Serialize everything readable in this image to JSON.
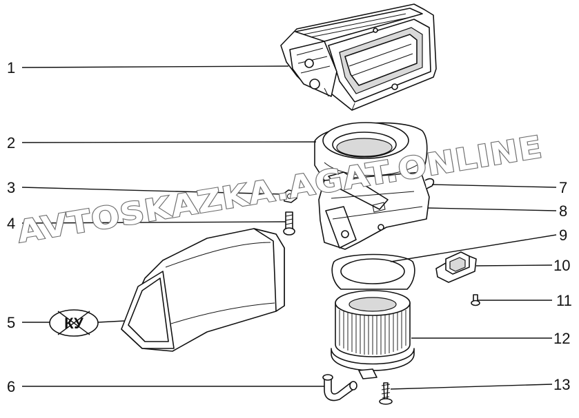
{
  "diagram": {
    "callouts": [
      {
        "number": "1"
      },
      {
        "number": "2"
      },
      {
        "number": "3"
      },
      {
        "number": "4"
      },
      {
        "number": "5"
      },
      {
        "number": "6"
      },
      {
        "number": "7"
      },
      {
        "number": "8"
      },
      {
        "number": "9"
      },
      {
        "number": "10"
      },
      {
        "number": "11"
      },
      {
        "number": "12"
      },
      {
        "number": "13"
      }
    ],
    "crossed_label": "КУ",
    "watermark": "AVTOSKAZKA.AGAT.ONLINE"
  }
}
